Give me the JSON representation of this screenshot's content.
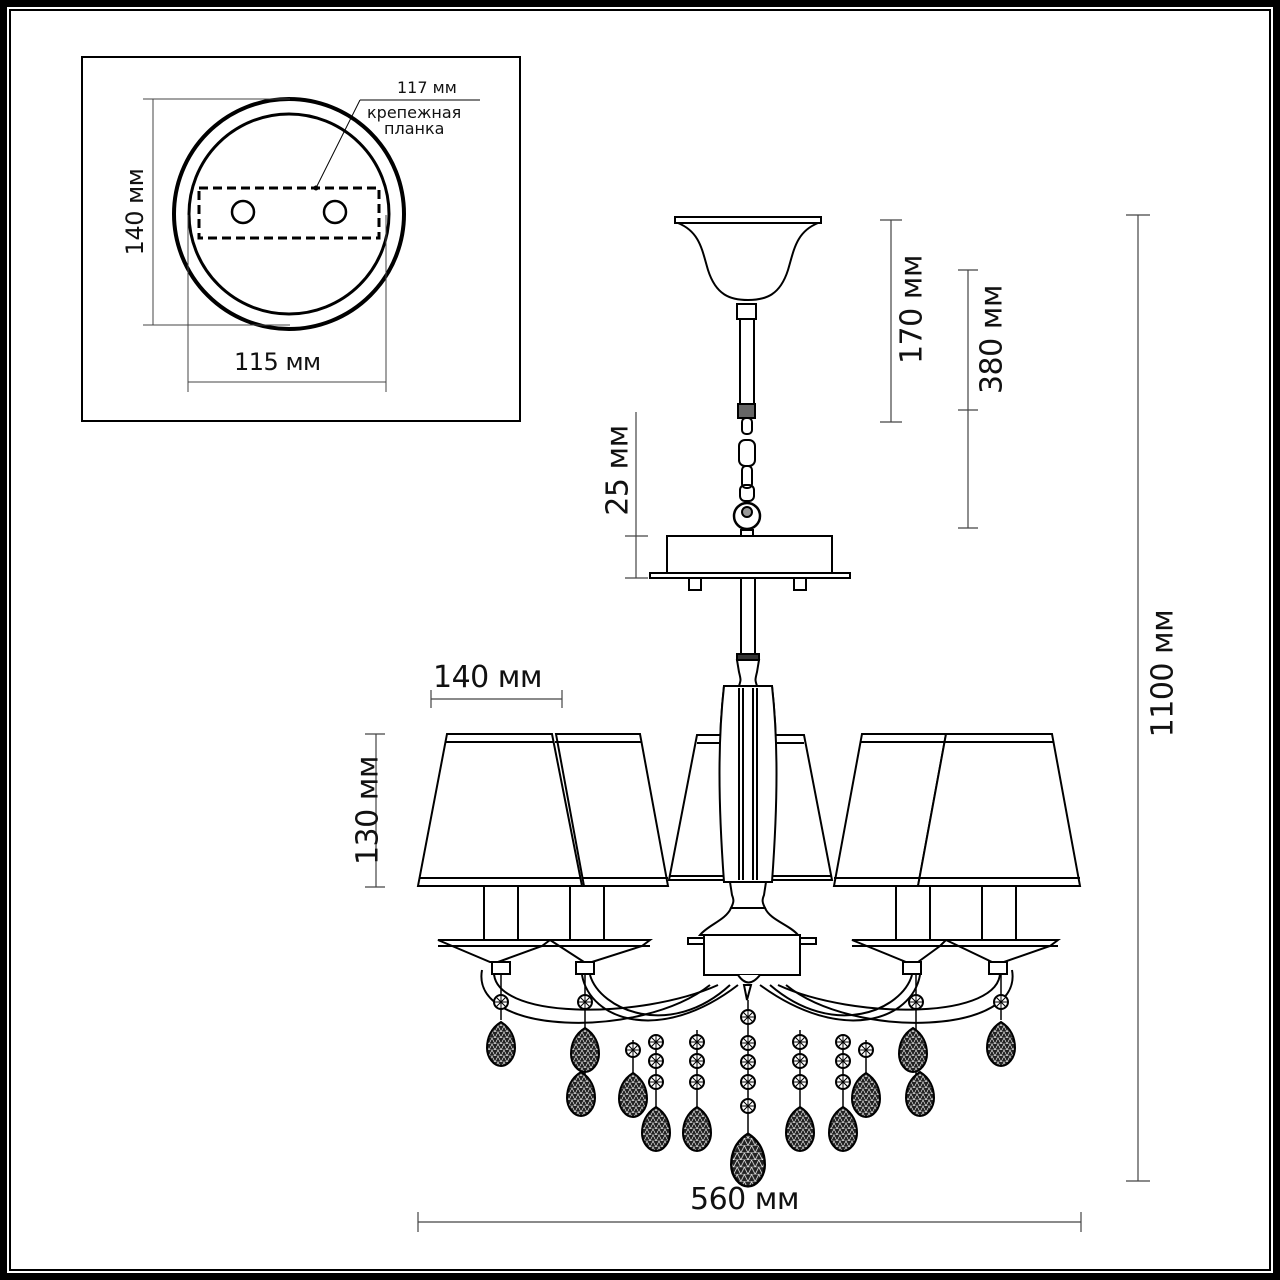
{
  "diagram": {
    "type": "technical-drawing",
    "subject": "5-arm chandelier with shades and crystal pendants",
    "colors": {
      "line": "#000000",
      "dimension": "#444444",
      "background": "#ffffff"
    }
  },
  "inset": {
    "title": "mounting plate view",
    "dim_width": "115 мм",
    "dim_height": "140 мм",
    "dim_bracket": "117 мм",
    "callout_line1": "крепежная",
    "callout_line2": "планка"
  },
  "dimensions": {
    "canopy_height": "170 мм",
    "suspension_length": "380 мм",
    "plate_height": "25 мм",
    "shade_width": "140 мм",
    "shade_height": "130 мм",
    "total_height": "1100 мм",
    "total_width": "560 мм"
  }
}
